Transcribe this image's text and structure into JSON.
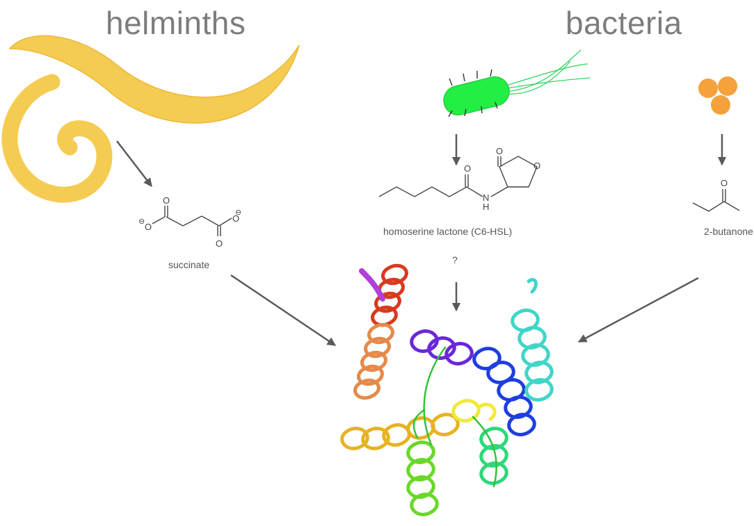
{
  "headings": {
    "left": "helminths",
    "right": "bacteria"
  },
  "labels": {
    "succinate": "succinate",
    "hsl": "homoserine lactone (C6-HSL)",
    "butanone": "2-butanone",
    "unknown": "?"
  },
  "atoms": {
    "succinate": [
      "O",
      "O",
      "O",
      "O",
      "⊖",
      "⊖"
    ],
    "hsl": [
      "O",
      "O",
      "O",
      "N",
      "H"
    ],
    "butanone": [
      "O"
    ]
  },
  "colors": {
    "heading": "#7d7d7d",
    "arrow": "#5a5a5a",
    "worm": "#f5cc52",
    "bacterium": "#22ee44",
    "coccus": "#f5a23c"
  }
}
